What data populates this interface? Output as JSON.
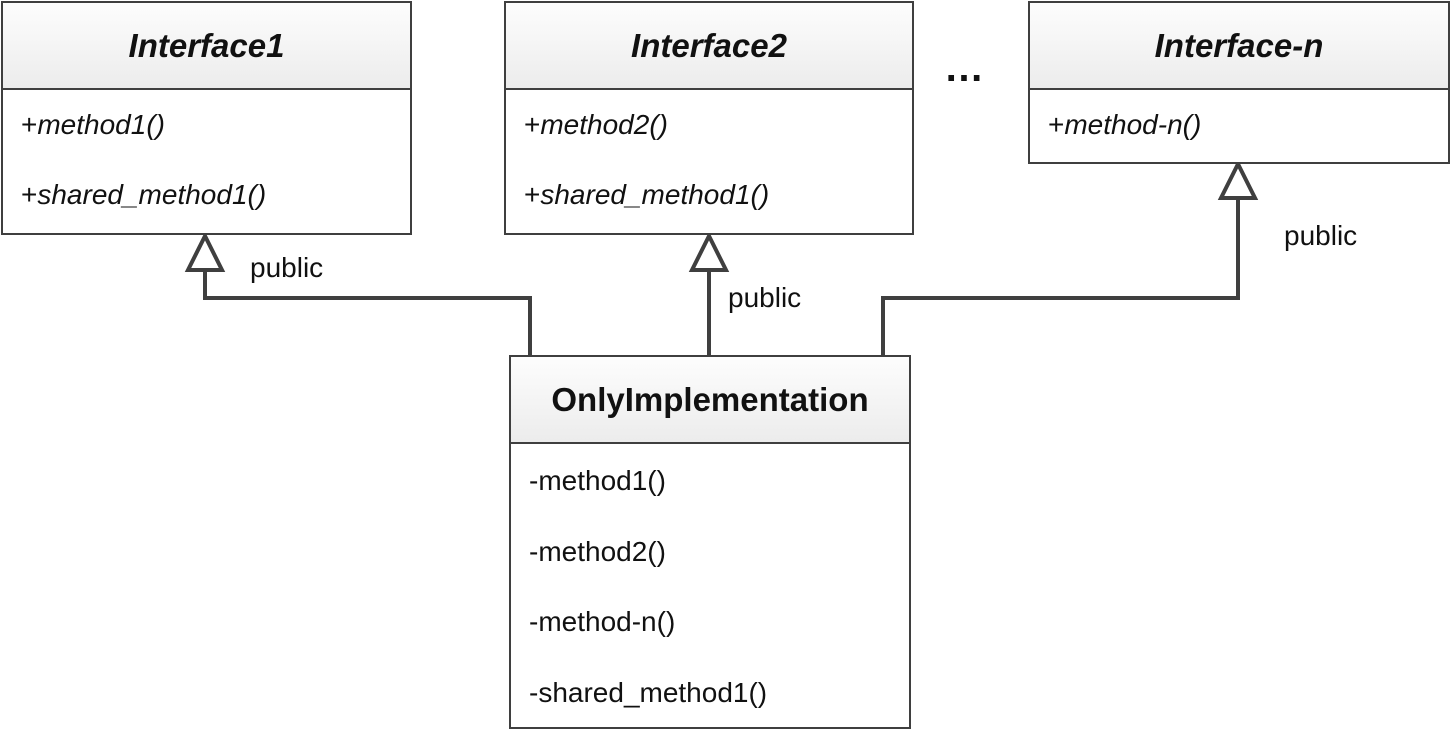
{
  "interfaces": [
    {
      "name": "Interface1",
      "methods": [
        {
          "sign": "+",
          "name": "method1()"
        },
        {
          "sign": "+",
          "name": "shared_method1()"
        }
      ]
    },
    {
      "name": "Interface2",
      "methods": [
        {
          "sign": "+",
          "name": "method2()"
        },
        {
          "sign": "+",
          "name": "shared_method1()"
        }
      ]
    },
    {
      "name": "Interface-n",
      "methods": [
        {
          "sign": "+",
          "name": "method-n()"
        }
      ]
    }
  ],
  "ellipsis": "…",
  "implementation": {
    "name": "OnlyImplementation",
    "methods": [
      "-method1()",
      "-method2()",
      "-method-n()",
      "-shared_method1()"
    ]
  },
  "relations": [
    {
      "label": "public"
    },
    {
      "label": "public"
    },
    {
      "label": "public"
    }
  ],
  "colors": {
    "line": "#3f3f3f",
    "header_top": "#fdfdfd",
    "header_bottom": "#ececec"
  }
}
